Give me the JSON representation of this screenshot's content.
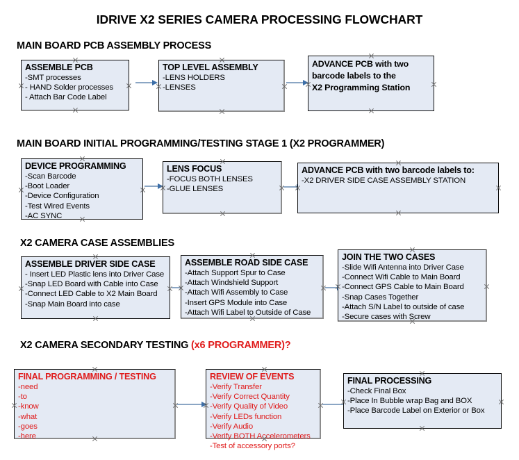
{
  "title": "IDRIVE X2  SERIES CAMERA PROCESSING FLOWCHART",
  "sections": [
    {
      "id": "main-board-pcb-assembly",
      "heading": "MAIN BOARD PCB ASSEMBLY PROCESS",
      "heading_accent": "",
      "boxes": [
        {
          "id": "assemble-pcb",
          "title": "ASSEMBLE PCB",
          "lines": [
            "-SMT processes",
            "- HAND Solder processes",
            "- Attach Bar Code Label"
          ]
        },
        {
          "id": "top-level-assembly",
          "title": "TOP LEVEL ASSEMBLY",
          "lines": [
            "-LENS HOLDERS",
            "-LENSES"
          ]
        },
        {
          "id": "advance-pcb-to-x2-programming-station",
          "title": "ADVANCE PCB with two",
          "lines": [
            "barcode labels to the",
            " X2 Programming Station"
          ]
        }
      ]
    },
    {
      "id": "main-board-initial-programming",
      "heading": "MAIN BOARD INITIAL PROGRAMMING/TESTING STAGE 1 (X2 PROGRAMMER)",
      "heading_accent": "",
      "boxes": [
        {
          "id": "device-programming",
          "title": "DEVICE PROGRAMMING",
          "lines": [
            "-Scan Barcode",
            "-Boot Loader",
            "-Device Configuration",
            "-Test Wired Events",
            "-AC SYNC"
          ]
        },
        {
          "id": "lens-focus",
          "title": "LENS FOCUS",
          "lines": [
            "-FOCUS BOTH LENSES",
            "-GLUE LENSES"
          ]
        },
        {
          "id": "advance-pcb-to-driver-side-case-station",
          "title": "ADVANCE PCB with two barcode labels to:",
          "lines": [
            "-X2 DRIVER  SIDE  CASE  ASSEMBLY STATION"
          ]
        }
      ]
    },
    {
      "id": "x2-camera-case-assemblies",
      "heading": "X2 CAMERA CASE ASSEMBLIES",
      "heading_accent": "",
      "boxes": [
        {
          "id": "assemble-driver-side-case",
          "title": "ASSEMBLE DRIVER SIDE CASE",
          "lines": [
            "- Insert LED Plastic lens into Driver Case",
            "-Snap LED Board with Cable into Case",
            "-Connect LED Cable to X2 Main Board",
            "-Snap Main Board into case"
          ]
        },
        {
          "id": "assemble-road-side-case",
          "title": "ASSEMBLE ROAD SIDE CASE",
          "lines": [
            "-Attach Support Spur to Case",
            "-Attach Windshield Support",
            "-Attach Wifi Assembly to Case",
            "-Insert GPS Module into Case",
            "-Attach Wifi Label to Outside of Case"
          ]
        },
        {
          "id": "join-the-two-cases",
          "title": "JOIN THE TWO CASES",
          "lines": [
            "-Slide Wifi Antenna into Driver Case",
            "-Connect Wifi Cable to Main Board",
            "-Connect GPS Cable to Main Board",
            "-Snap Cases Together",
            "-Attach S/N Label to outside of case",
            "-Secure cases with Screw"
          ]
        }
      ]
    },
    {
      "id": "x2-camera-secondary-testing",
      "heading": "X2 CAMERA SECONDARY TESTING ",
      "heading_accent": "(x6 PROGRAMMER)?",
      "boxes": [
        {
          "id": "final-programming-testing",
          "title": "FINAL PROGRAMMING / TESTING",
          "lines": [
            "-need",
            "-to",
            "-know",
            "-what",
            "-goes",
            "-here"
          ]
        },
        {
          "id": "review-of-events",
          "title": "REVIEW OF EVENTS",
          "lines": [
            "-Verify Transfer",
            "-Verify Correct Quantity",
            "-Verify Quality of Video",
            "-Verify LEDs function",
            "-Verify Audio",
            "-Verify BOTH Accelerometers",
            "-Test of accessory ports?"
          ]
        },
        {
          "id": "final-processing",
          "title": "FINAL PROCESSING",
          "lines": [
            " -Check Final Box",
            "-Place In Bubble wrap Bag and BOX",
            "-Place Barcode Label on Exterior or Box"
          ]
        }
      ]
    }
  ],
  "colors": {
    "box_fill": "#e4eaf4",
    "box_border": "#0d0d0d",
    "accent_red": "#e01b1b",
    "arrow_line": "#8ba6c4",
    "arrow_head": "#3d6fa8",
    "shadow": "#8c8c8c"
  }
}
